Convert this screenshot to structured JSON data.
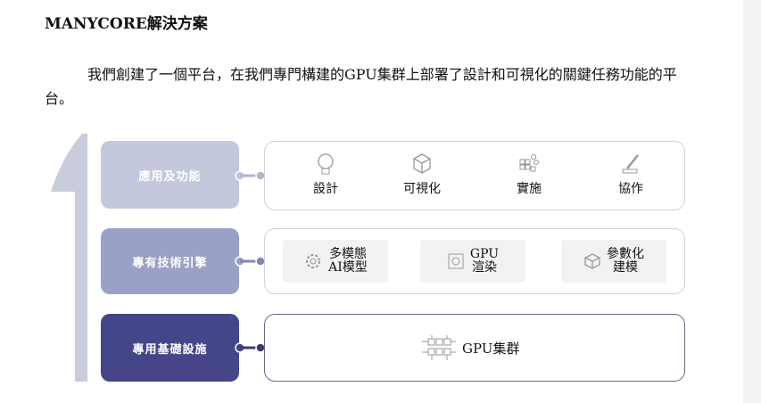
{
  "title": "MANYCORE解決方案",
  "paragraph": "我們創建了一個平台，在我們專門構建的GPU集群上部署了設計和可視化的關鍵任務功能的平台。",
  "layers": [
    {
      "label": "應用及功能",
      "color": "#c3c8dd"
    },
    {
      "label": "專有技術引擎",
      "color": "#9ba1c6"
    },
    {
      "label": "專用基礎設施",
      "color": "#45458a"
    }
  ],
  "apps": [
    {
      "label": "設計",
      "icon": "lightbulb-icon"
    },
    {
      "label": "可視化",
      "icon": "cube-icon"
    },
    {
      "label": "實施",
      "icon": "blocks-icon"
    },
    {
      "label": "協作",
      "icon": "pencil-icon"
    }
  ],
  "engines": [
    {
      "line1": "多模態",
      "line2": "AI模型",
      "icon": "gear-ai-icon"
    },
    {
      "line1": "GPU",
      "line2": "渲染",
      "icon": "render-icon"
    },
    {
      "line1": "參數化",
      "line2": "建模",
      "icon": "cube-icon"
    }
  ],
  "infra": {
    "label": "GPU集群",
    "icon": "cluster-icon"
  }
}
